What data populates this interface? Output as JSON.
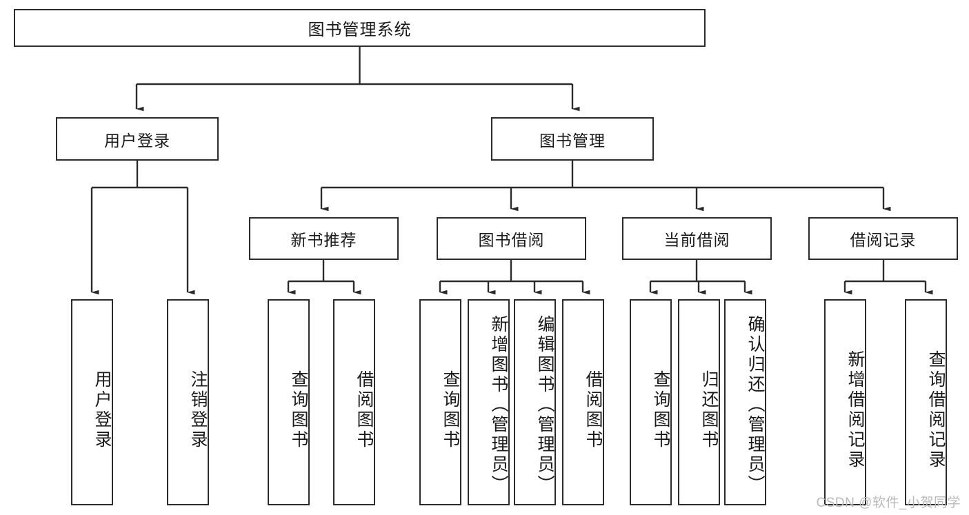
{
  "diagram": {
    "type": "tree",
    "title": "图书管理系统",
    "watermark": "CSDN @软件_小贺同学",
    "colors": {
      "box_border": "#2b2b2b",
      "box_fill": "#ffffff",
      "connector": "#2b2b2b",
      "text": "#1a1a1a",
      "watermark": "#b9b9b9",
      "background": "#ffffff"
    },
    "root": {
      "label": "图书管理系统"
    },
    "level1": [
      {
        "label": "用户登录"
      },
      {
        "label": "图书管理"
      }
    ],
    "level2": [
      {
        "label": "新书推荐"
      },
      {
        "label": "图书借阅"
      },
      {
        "label": "当前借阅"
      },
      {
        "label": "借阅记录"
      }
    ],
    "leaves": {
      "user_login": [
        {
          "label": "用户登录"
        },
        {
          "label": "注销登录"
        }
      ],
      "new_book_recommend": [
        {
          "label": "查询图书"
        },
        {
          "label": "借阅图书"
        }
      ],
      "book_borrow": [
        {
          "label": "查询图书"
        },
        {
          "label": "新增图书（管理员）"
        },
        {
          "label": "编辑图书（管理员）"
        },
        {
          "label": "借阅图书"
        }
      ],
      "current_borrow": [
        {
          "label": "查询图书"
        },
        {
          "label": "归还图书"
        },
        {
          "label": "确认归还（管理员）"
        }
      ],
      "borrow_record": [
        {
          "label": "新增借阅记录"
        },
        {
          "label": "查询借阅记录"
        }
      ]
    }
  }
}
